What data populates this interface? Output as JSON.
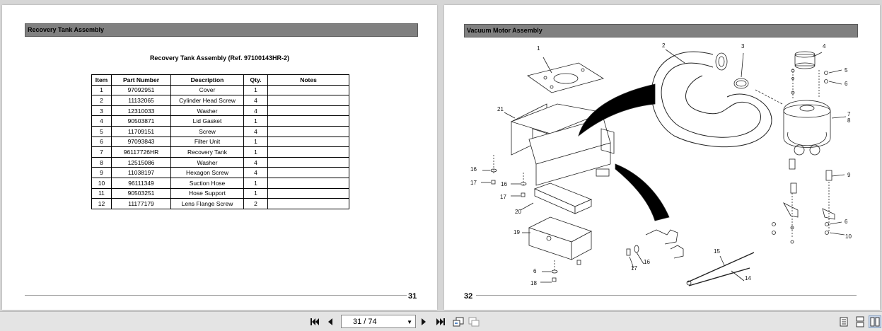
{
  "left_page": {
    "section_title": "Recovery Tank Assembly",
    "doc_title": "Recovery Tank Assembly (Ref. 97100143HR-2)",
    "table": {
      "headers": [
        "Item",
        "Part Number",
        "Description",
        "Qty.",
        "Notes"
      ],
      "rows": [
        [
          "1",
          "97092951",
          "Cover",
          "1",
          ""
        ],
        [
          "2",
          "11132065",
          "Cylinder Head Screw",
          "4",
          ""
        ],
        [
          "3",
          "12310033",
          "Washer",
          "4",
          ""
        ],
        [
          "4",
          "90503871",
          "Lid Gasket",
          "1",
          ""
        ],
        [
          "5",
          "11709151",
          "Screw",
          "4",
          ""
        ],
        [
          "6",
          "97093843",
          "Filter Unit",
          "1",
          ""
        ],
        [
          "7",
          "96117726HR",
          "Recovery Tank",
          "1",
          ""
        ],
        [
          "8",
          "12515086",
          "Washer",
          "4",
          ""
        ],
        [
          "9",
          "11038197",
          "Hexagon Screw",
          "4",
          ""
        ],
        [
          "10",
          "96111349",
          "Suction Hose",
          "1",
          ""
        ],
        [
          "11",
          "90503251",
          "Hose Support",
          "1",
          ""
        ],
        [
          "12",
          "11177179",
          "Lens Flange Screw",
          "2",
          ""
        ]
      ]
    },
    "page_number": "31"
  },
  "right_page": {
    "section_title": "Vacuum Motor Assembly",
    "page_number": "32",
    "callouts": {
      "c1": "1",
      "c2": "2",
      "c3": "3",
      "c4": "4",
      "c5": "5",
      "c6a": "6",
      "c7": "7",
      "c8": "8",
      "c9": "9",
      "c6b": "6",
      "c10": "10",
      "c21": "21",
      "c16a": "16",
      "c17a": "17",
      "c16b": "16",
      "c17b": "17",
      "c20": "20",
      "c19": "19",
      "c6c": "6",
      "c18": "18",
      "c17c": "17",
      "c16c": "16",
      "c15": "15",
      "c14": "14"
    }
  },
  "toolbar": {
    "page_indicator": "31 / 74",
    "icons": [
      "first-page-icon",
      "previous-page-icon",
      "next-page-icon",
      "last-page-icon",
      "go-back-icon",
      "go-forward-icon",
      "single-page-view-icon",
      "continuous-view-icon",
      "facing-pages-view-icon"
    ]
  }
}
